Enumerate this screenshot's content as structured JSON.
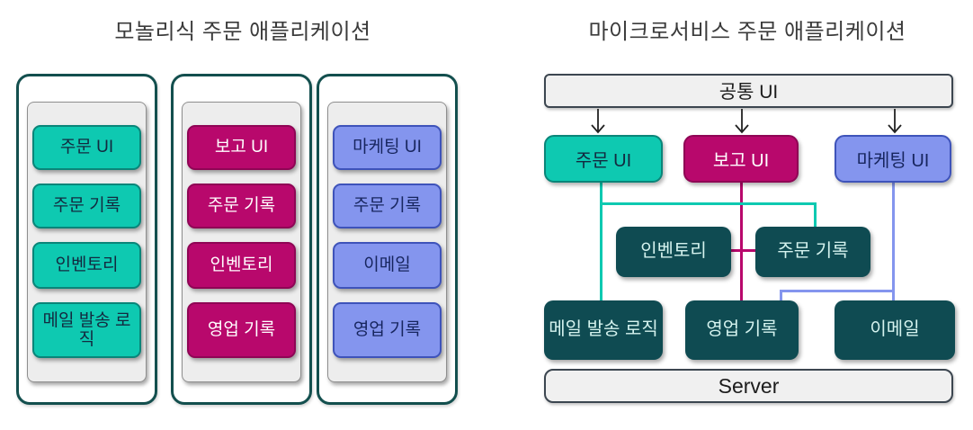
{
  "left": {
    "title": "모놀리식 주문 애플리케이션",
    "columns": [
      {
        "name": "order-stack",
        "theme": "teal",
        "boxes": [
          "주문 UI",
          "주문 기록",
          "인벤토리",
          "메일 발송 로직"
        ]
      },
      {
        "name": "report-stack",
        "theme": "magenta",
        "boxes": [
          "보고 UI",
          "주문 기록",
          "인벤토리",
          "영업 기록"
        ]
      },
      {
        "name": "marketing-stack",
        "theme": "periwinkle",
        "boxes": [
          "마케팅 UI",
          "주문 기록",
          "이메일",
          "영업 기록"
        ]
      }
    ]
  },
  "right": {
    "title": "마이크로서비스 주문 애플리케이션",
    "common_ui_label": "공통 UI",
    "server_label": "Server",
    "ui_row": [
      {
        "label": "주문 UI",
        "theme": "teal"
      },
      {
        "label": "보고 UI",
        "theme": "magenta"
      },
      {
        "label": "마케팅 UI",
        "theme": "periwinkle"
      }
    ],
    "services": {
      "inventory": "인벤토리",
      "order_record": "주문 기록",
      "mail_logic": "메일 발송 로직",
      "sales_record": "영업 기록",
      "email": "이메일"
    },
    "icons": [
      "arrow-down-icon",
      "arrow-down-icon",
      "arrow-down-icon"
    ]
  },
  "colors": {
    "teal": "#0ec9b1",
    "magenta": "#b8086c",
    "periwinkle": "#8495ee",
    "dark_service_box": "#0f4b52",
    "container_border": "#134f4e",
    "panel_gray": "#ededed",
    "bar_gray": "#f0f0f0"
  }
}
